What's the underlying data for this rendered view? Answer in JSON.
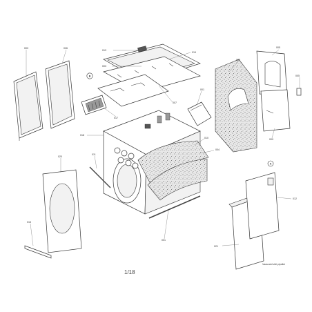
{
  "callouts": {
    "c003": "003",
    "c026": "026",
    "c013": "013",
    "c003b": "003",
    "c019": "019",
    "c002": "002",
    "c005": "005",
    "c007": "007",
    "c017": "017",
    "c005b": "005",
    "c001": "001",
    "c009": "009",
    "c018": "018",
    "c010": "010",
    "c004": "004",
    "c011": "011",
    "c020": "020",
    "c015": "015",
    "c001b": "001",
    "c021": "021",
    "c012": "012",
    "marker_b": "B",
    "marker_a": "A"
  },
  "footer": {
    "page_number": "1/18",
    "note": "Vaasvahl vidi pipelini"
  }
}
